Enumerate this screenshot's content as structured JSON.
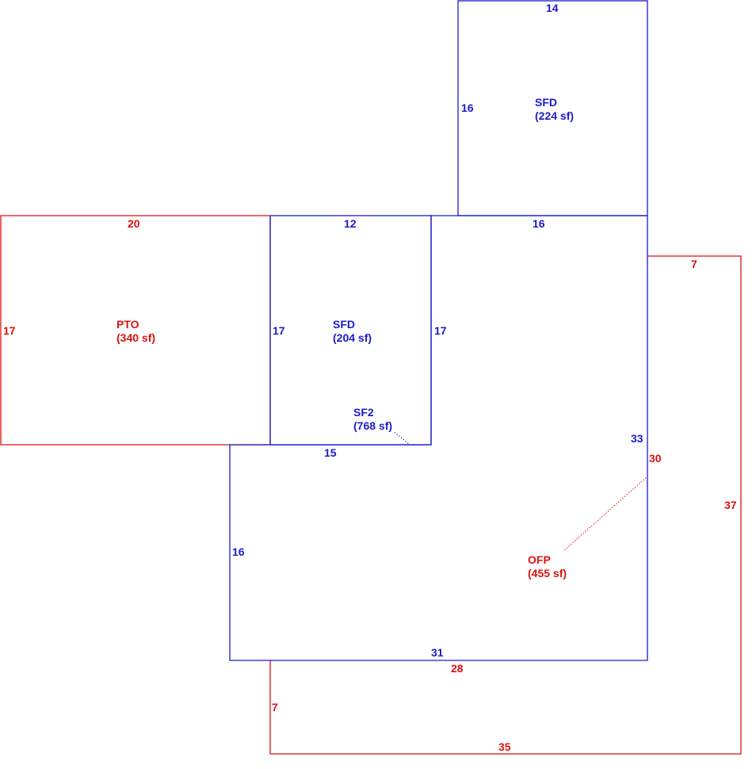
{
  "colors": {
    "living": "#1a1acc",
    "porch": "#dd1111"
  },
  "areas": {
    "sfd_top": {
      "code": "SFD",
      "size": "(224 sf)"
    },
    "sfd_mid": {
      "code": "SFD",
      "size": "(204 sf)"
    },
    "sf2": {
      "code": "SF2",
      "size": "(768 sf)"
    },
    "pto": {
      "code": "PTO",
      "size": "(340 sf)"
    },
    "ofp": {
      "code": "OFP",
      "size": "(455 sf)"
    }
  },
  "dimensions": {
    "sfd_top_top": "14",
    "sfd_top_left": "16",
    "sfd_top_bottom": "16",
    "sfd_mid_top": "12",
    "sfd_mid_left": "17",
    "sfd_mid_right": "17",
    "sf2_inner_top": "15",
    "sf2_left": "16",
    "sf2_bottom": "31",
    "sf2_right": "33",
    "pto_top": "20",
    "pto_left": "17",
    "ofp_top": "7",
    "ofp_right": "37",
    "ofp_bottom": "35",
    "ofp_left": "7",
    "ofp_inner_top": "28",
    "ofp_inner_right": "30"
  }
}
